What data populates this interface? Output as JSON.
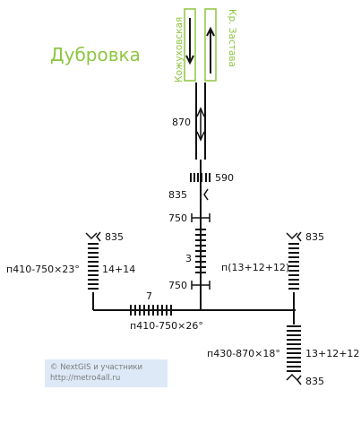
{
  "station_name": "Дубровка",
  "directions": {
    "left_track": "Кожуховская",
    "right_track": "Кр. Застава"
  },
  "counts": {
    "passage_870": "870",
    "steps_590": "590",
    "width_835_top": "835",
    "width_750_upper": "750",
    "steps_3": "3",
    "width_750_lower": "750",
    "steps_7": "7",
    "stair_left_top_835": "835",
    "stair_left_size": "п410-750×23°",
    "stair_left_steps": "14+14",
    "stair_bottom_size": "п410-750×26°",
    "stair_right_top_835": "835",
    "stair_right_steps": "п(13+12+12)",
    "stair_right_bottom_size": "п430-870×18°",
    "stair_right_bottom_steps": "13+12+12",
    "stair_right_bottom_835": "835"
  },
  "colors": {
    "line": "#8dc63f",
    "ink": "#111111",
    "credit_bg": "#dde9f7",
    "credit_text": "#7a7a7a"
  },
  "credits": {
    "copyright": "© NextGIS и участники",
    "url": "http://metro4all.ru"
  }
}
